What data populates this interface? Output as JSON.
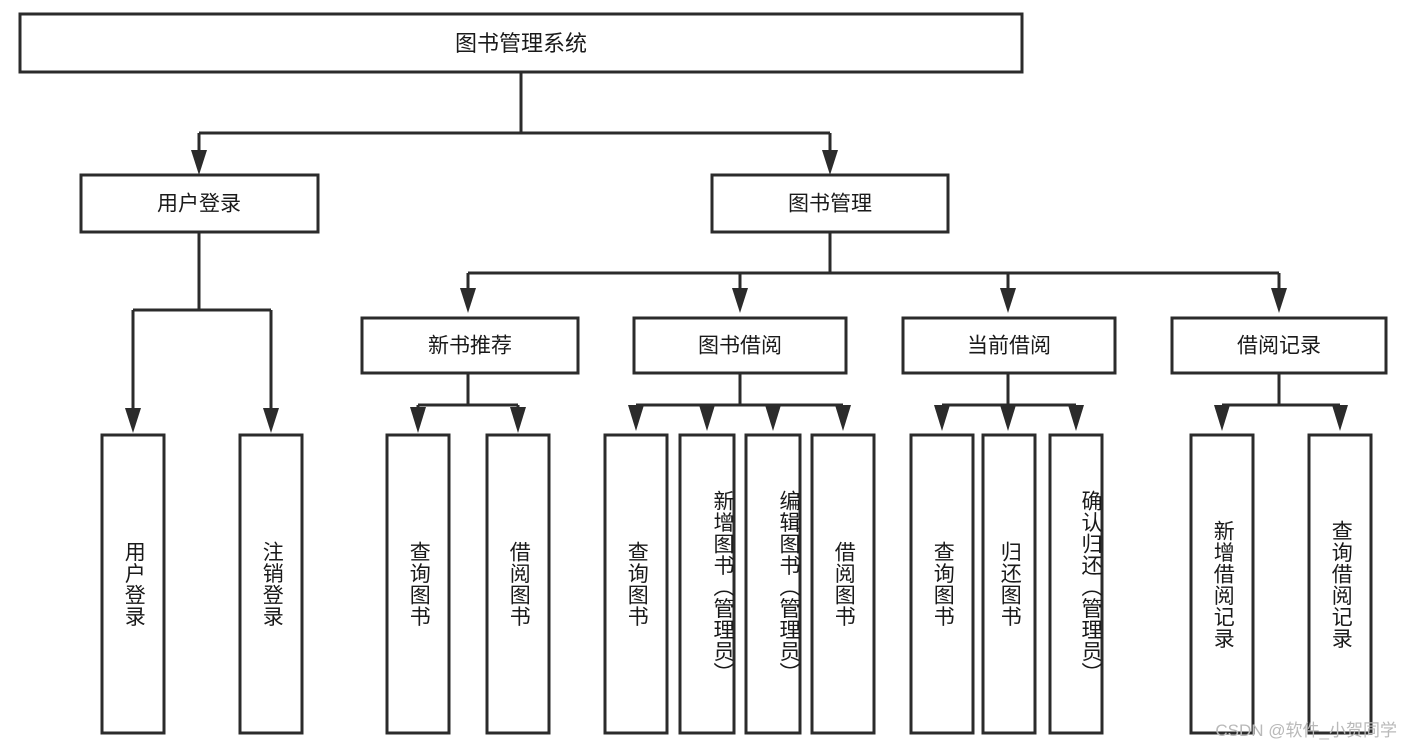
{
  "diagram": {
    "type": "tree-hierarchy",
    "title": "图书管理系统",
    "root": {
      "label": "图书管理系统",
      "orientation": "horizontal"
    },
    "level2": [
      {
        "label": "用户登录",
        "orientation": "horizontal"
      },
      {
        "label": "图书管理",
        "orientation": "horizontal"
      }
    ],
    "level3": [
      {
        "label": "新书推荐",
        "orientation": "horizontal"
      },
      {
        "label": "图书借阅",
        "orientation": "horizontal"
      },
      {
        "label": "当前借阅",
        "orientation": "horizontal"
      },
      {
        "label": "借阅记录",
        "orientation": "horizontal"
      }
    ],
    "leaves": {
      "user_login": [
        {
          "label": "用户登录",
          "orientation": "vertical",
          "align": "center"
        },
        {
          "label": "注销登录",
          "orientation": "vertical",
          "align": "center"
        }
      ],
      "new_book_recommend": [
        {
          "label": "查询图书",
          "orientation": "vertical",
          "align": "center"
        },
        {
          "label": "借阅图书",
          "orientation": "vertical",
          "align": "center"
        }
      ],
      "book_borrow": [
        {
          "label": "查询图书",
          "orientation": "vertical",
          "align": "center"
        },
        {
          "label": "新增图书（管理员）",
          "orientation": "vertical",
          "align": "top"
        },
        {
          "label": "编辑图书（管理员）",
          "orientation": "vertical",
          "align": "top"
        },
        {
          "label": "借阅图书",
          "orientation": "vertical",
          "align": "center"
        }
      ],
      "current_borrow": [
        {
          "label": "查询图书",
          "orientation": "vertical",
          "align": "center"
        },
        {
          "label": "归还图书",
          "orientation": "vertical",
          "align": "center"
        },
        {
          "label": "确认归还（管理员）",
          "orientation": "vertical",
          "align": "top"
        }
      ],
      "borrow_record": [
        {
          "label": "新增借阅记录",
          "orientation": "vertical",
          "align": "center"
        },
        {
          "label": "查询借阅记录",
          "orientation": "vertical",
          "align": "center"
        }
      ]
    },
    "colors": {
      "box_stroke": "#2b2b2b",
      "box_fill": "#ffffff",
      "text": "#1a1a1a",
      "connector": "#2b2b2b",
      "background": "#ffffff",
      "watermark": "#b9b9b9"
    }
  },
  "watermark": {
    "text": "CSDN @软件_小贺同学"
  }
}
